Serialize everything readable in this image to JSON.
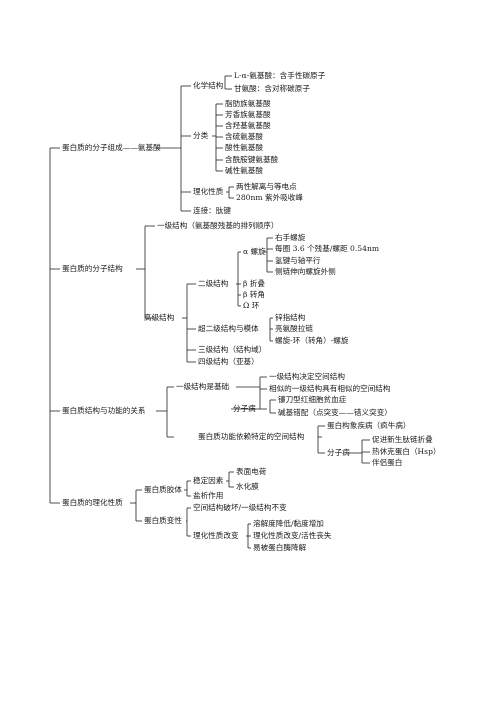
{
  "line_color": "#222222",
  "nodes": {
    "m1": "蛋白质的分子组成——氨基酸",
    "m1_chem": "化学结构",
    "m1_chem_1": "L-α-氨基酸：含手性碳原子",
    "m1_chem_2": "甘氨酸：含对称碳原子",
    "m1_class": "分类",
    "m1_class_1": "脂肪族氨基酸",
    "m1_class_2": "芳香族氨基酸",
    "m1_class_3": "含羟基氨基酸",
    "m1_class_4": "含硫氨基酸",
    "m1_class_5": "酸性氨基酸",
    "m1_class_6": "含酰胺键氨基酸",
    "m1_class_7": "碱性氨基酸",
    "m1_prop": "理化性质",
    "m1_prop_1": "两性解离与等电点",
    "m1_prop_2": "280nm 紫外吸收峰",
    "m1_link": "连接：肽键",
    "m2": "蛋白质的分子结构",
    "m2_primary": "一级结构（氨基酸残基的排列顺序）",
    "m2_higher": "高级结构",
    "m2_secondary": "二级结构",
    "m2_alpha": "α 螺旋",
    "m2_alpha_1": "右手螺旋",
    "m2_alpha_2": "每圈 3.6 个残基/螺距 0.54nm",
    "m2_alpha_3": "氢键与轴平行",
    "m2_alpha_4": "侧链伸向螺旋外侧",
    "m2_beta_sheet": "β 折叠",
    "m2_beta_turn": "β 转角",
    "m2_omega": "Ω 环",
    "m2_super": "超二级结构与模体",
    "m2_super_1": "锌指结构",
    "m2_super_2": "亮氨酸拉链",
    "m2_super_3": "螺旋-环（转角）-螺旋",
    "m2_tertiary": "三级结构（结构域）",
    "m2_quaternary": "四级结构（亚基）",
    "m3": "蛋白质结构与功能的关系",
    "m3_primary": "一级结构是基础",
    "m3_primary_1": "一级结构决定空间结构",
    "m3_primary_2": "相似的一级结构具有相似的空间结构",
    "m3_disease": "分子病",
    "m3_disease_1": "镰刀型红细胞贫血症",
    "m3_disease_2": "碱基错配（点突变——错义突变）",
    "m3_spatial": "蛋白质功能依赖特定的空间结构",
    "m3_spatial_1": "蛋白构象疾病（疯牛病）",
    "m3_spatial_2": "分子病",
    "m3_spatial_2_1": "促进新生肽链折叠",
    "m3_spatial_2_2": "热休克蛋白（Hsp）",
    "m3_spatial_2_3": "伴侣蛋白",
    "m4": "蛋白质的理化性质",
    "m4_colloid": "蛋白质胶体",
    "m4_stable": "稳定因素",
    "m4_stable_1": "表面电荷",
    "m4_stable_2": "水化膜",
    "m4_salting": "盐析作用",
    "m4_denature": "蛋白质变性",
    "m4_denature_1": "空间结构破坏/一级结构不变",
    "m4_denature_2": "理化性质改变",
    "m4_denature_2_1": "溶解度降低/黏度增加",
    "m4_denature_2_2": "理化性质改变/活性丧失",
    "m4_denature_2_3": "易被蛋白酶降解"
  }
}
